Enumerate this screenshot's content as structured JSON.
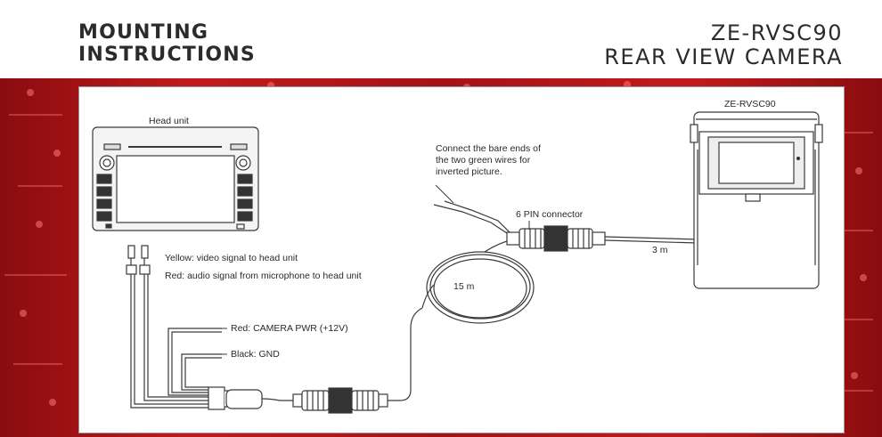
{
  "header": {
    "left_line1": "MOUNTING",
    "left_line2": "INSTRUCTIONS",
    "right_line1": "ZE-RVSC90",
    "right_line2": "REAR VIEW CAMERA"
  },
  "diagram": {
    "head_unit_label": "Head unit",
    "camera_label": "ZE-RVSC90",
    "note_line1": "Connect the bare ends of",
    "note_line2": "the two green wires for",
    "note_line3": "inverted picture.",
    "connector_label": "6 PIN connector",
    "cable_short_label": "3 m",
    "cable_long_label": "15 m",
    "yellow_label": "Yellow: video signal to head unit",
    "red_audio_label": "Red: audio signal from microphone to head unit",
    "red_power_label": "Red: CAMERA PWR (+12V)",
    "black_label": "Black: GND"
  },
  "colors": {
    "band": "#b3161a",
    "text": "#2b2b2b",
    "line": "#3a3a3a"
  }
}
